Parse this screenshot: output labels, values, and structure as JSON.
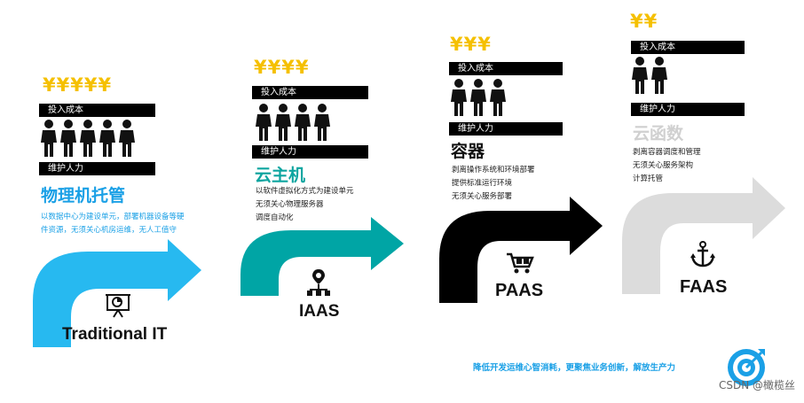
{
  "stages": [
    {
      "yen": "¥¥¥¥¥",
      "cost_label": "投入成本",
      "staff_label": "维护人力",
      "people_count": 5,
      "title": "物理机托管",
      "title_color": "#1aa0e6",
      "desc": [
        "以数据中心为建设单元，部署机器设备等硬",
        "件资源，无须关心机房运维，无人工值守"
      ],
      "desc_color": "#1aa0e6",
      "label": "Traditional IT",
      "arrow_color": "#27b9f0",
      "icon": "presentation-icon"
    },
    {
      "yen": "¥¥¥¥",
      "cost_label": "投入成本",
      "staff_label": "维护人力",
      "people_count": 4,
      "title": "云主机",
      "title_color": "#0ea5a0",
      "desc": [
        "以软件虚拟化方式为建设单元",
        "无须关心物理服务器",
        "调度自动化"
      ],
      "desc_color": "#222222",
      "label": "IAAS",
      "arrow_color": "#00a5a5",
      "icon": "network-node-icon"
    },
    {
      "yen": "¥¥¥",
      "cost_label": "投入成本",
      "staff_label": "维护人力",
      "people_count": 3,
      "title": "容器",
      "title_color": "#111111",
      "desc": [
        "剥离操作系统和环境部署",
        "提供标准运行环境",
        "无须关心服务部署"
      ],
      "desc_color": "#222222",
      "label": "PAAS",
      "arrow_color": "#000000",
      "icon": "cart-icon"
    },
    {
      "yen": "¥¥",
      "cost_label": "投入成本",
      "staff_label": "维护人力",
      "people_count": 2,
      "title": "云函数",
      "title_color": "#d0d0d0",
      "desc": [
        "剥离容器调度和管理",
        "无须关心服务架构",
        "计算托管"
      ],
      "desc_color": "#222222",
      "label": "FAAS",
      "arrow_color": "#dcdcdc",
      "icon": "anchor-icon"
    }
  ],
  "footer": "降低开发运维心智消耗，更聚焦业务创新，解放生产力",
  "watermark": "CSDN @橄榄丝",
  "target_icon": "target-icon",
  "accent": "#1aa0e6"
}
